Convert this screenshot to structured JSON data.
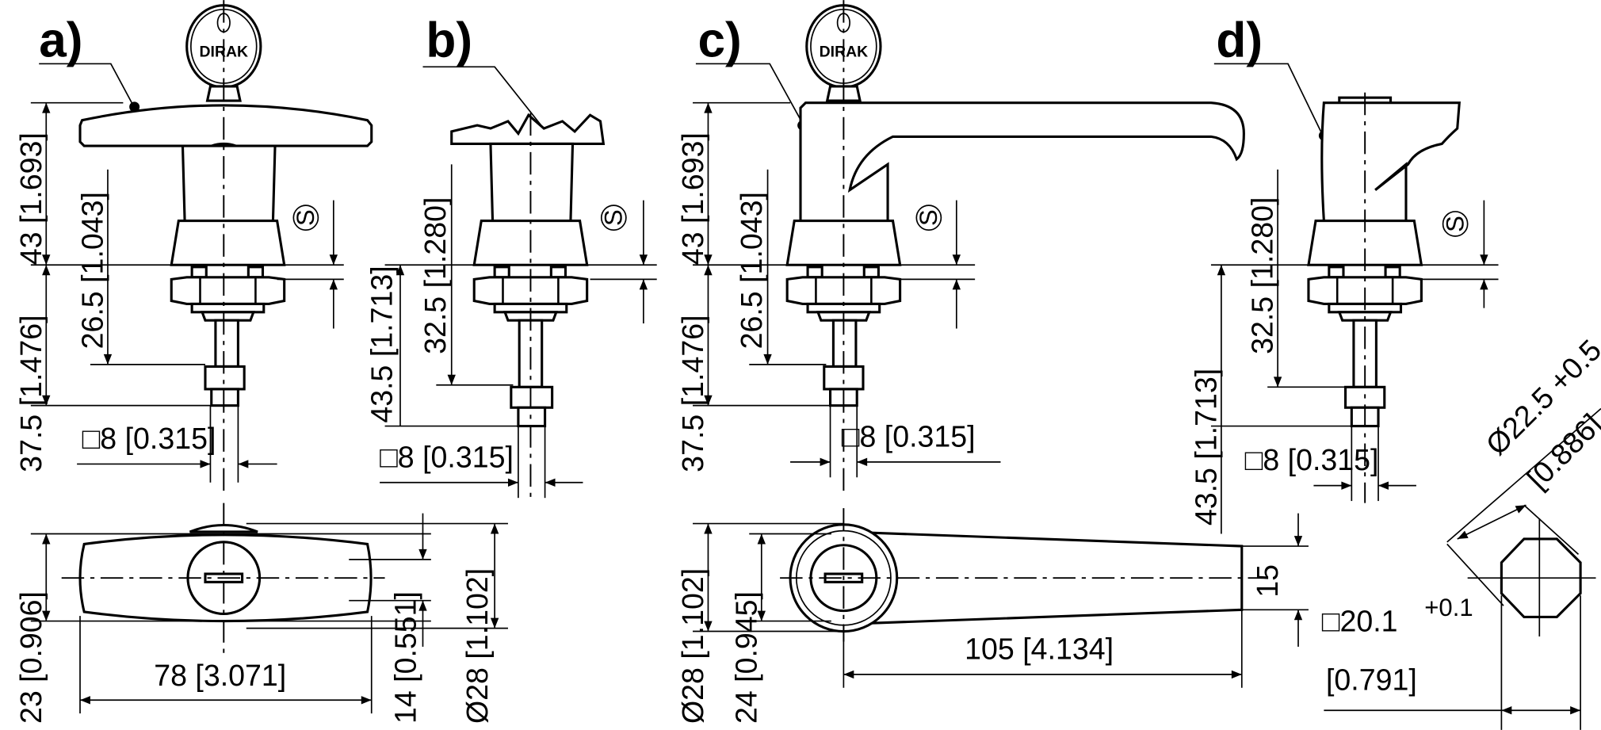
{
  "variants": {
    "a": "a)",
    "b": "b)",
    "c": "c)",
    "d": "d)"
  },
  "logo_text": "DIRAK",
  "s_symbol": "S",
  "dims": {
    "a_height_top": "43 [1.693]",
    "a_height_bottom": "37.5 [1.476]",
    "a_stem": "26.5 [1.043]",
    "a_square": "□8 [0.315]",
    "a_width": "23 [0.906]",
    "a_length": "78 [3.071]",
    "a_inner": "14 [0.551]",
    "a_diameter": "Ø28 [1.102]",
    "b_total": "43.5 [1.713]",
    "b_stem": "32.5 [1.280]",
    "b_square": "□8 [0.315]",
    "c_height_top": "43 [1.693]",
    "c_height_bottom": "37.5 [1.476]",
    "c_stem": "26.5 [1.043]",
    "c_square": "□8 [0.315]",
    "c_diameter": "Ø28 [1.102]",
    "c_inner": "24 [0.945]",
    "c_lever_width": "15",
    "c_length": "105 [4.134]",
    "d_total": "43.5 [1.713]",
    "d_stem": "32.5 [1.280]",
    "d_square": "□8 [0.315]",
    "cutout_diameter": "Ø22.5 +0.5",
    "cutout_diameter_in": "[0.886]",
    "cutout_square": "□20.1",
    "cutout_square_tol": "+0.1",
    "cutout_square_in": "[0.791]"
  }
}
